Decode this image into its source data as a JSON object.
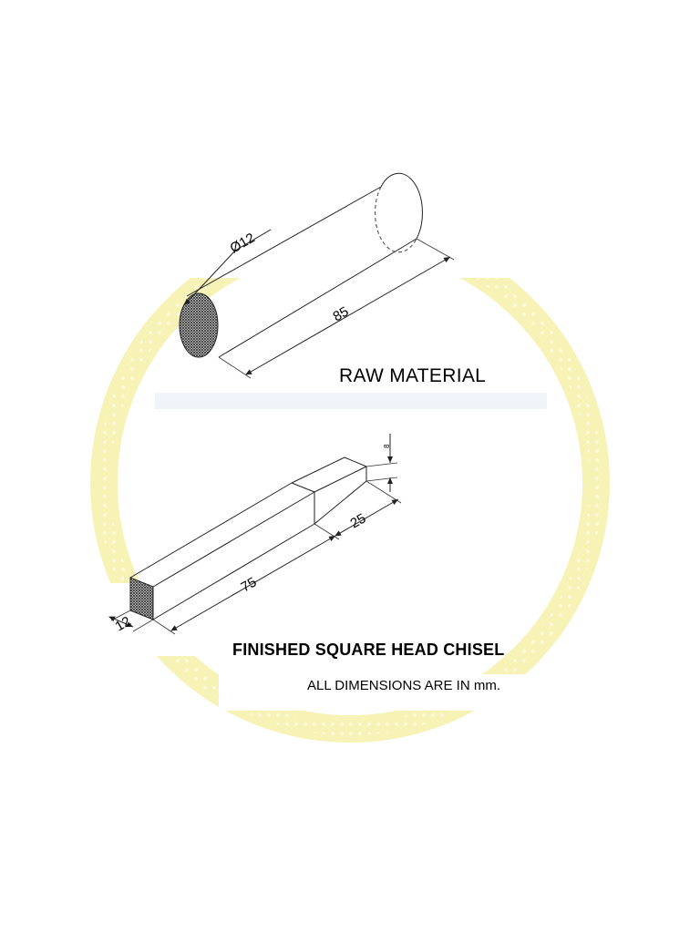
{
  "raw_material": {
    "title": "RAW MATERIAL",
    "diameter_label": "Ø12",
    "length_label": "85"
  },
  "chisel": {
    "title": "FINISHED SQUARE HEAD CHISEL",
    "section_label": "12",
    "body_length_label": "75",
    "taper_length_label": "25",
    "tip_label": "8"
  },
  "note": "ALL DIMENSIONS ARE IN mm.",
  "colors": {
    "watermark": "#f6f1a8",
    "line": "#222222",
    "hatch": "#3a3a3a"
  }
}
